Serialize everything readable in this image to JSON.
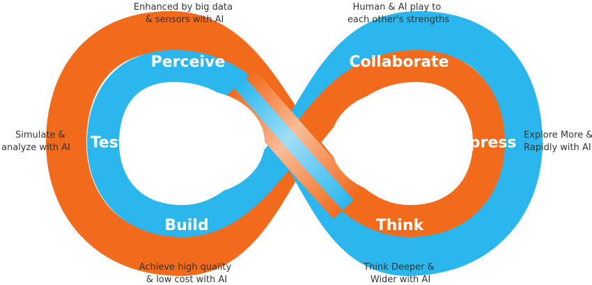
{
  "colors": {
    "orange": "#F26A1B",
    "blue": "#2BB7EE",
    "stage_text": "#FFFFFF",
    "note_text": "#333333"
  },
  "stages": {
    "perceive": "Perceive",
    "collaborate": "Collaborate",
    "test": "Test",
    "express": "Express",
    "build": "Build",
    "think": "Think"
  },
  "notes": {
    "perceive": [
      "Enhanced by big data",
      "& sensors with AI"
    ],
    "collaborate": [
      "Human & AI play to",
      "each other's strengths"
    ],
    "test": [
      "Simulate &",
      "analyze with AI"
    ],
    "express": [
      "Explore More &",
      "Rapidly with AI"
    ],
    "build": [
      "Achieve high quality",
      "& low cost with AI"
    ],
    "think": [
      "Think Deeper &",
      "Wider with AI"
    ]
  }
}
